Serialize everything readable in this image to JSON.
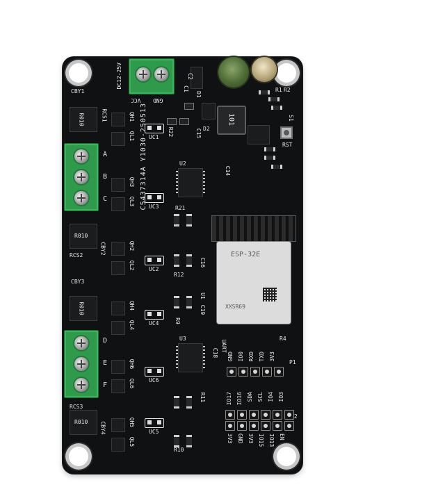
{
  "board": {
    "power_labels": [
      "DC12-25V",
      "VCC",
      "GND"
    ],
    "part_code": "C5437314A Y1030-250513",
    "module": {
      "name": "ESP-32E",
      "model": "XXSR69"
    },
    "channels": [
      "A",
      "B",
      "C",
      "D",
      "E",
      "F"
    ],
    "top_header": {
      "name": "P1",
      "pins": [
        "GND",
        "IO0",
        "RXD",
        "TXD",
        "3V3"
      ],
      "extra": "UART"
    },
    "bottom_header": {
      "name": "P2",
      "row1": [
        "IO17",
        "IO16",
        "SDA",
        "SCL",
        "IO4",
        "IO3"
      ],
      "row2": [
        "3V3",
        "GND",
        "3V3",
        "IO15",
        "IO13",
        "EN"
      ]
    },
    "refdes": {
      "cby": [
        "CBY1",
        "CBY2",
        "CBY3",
        "CBY4"
      ],
      "rcs": [
        "RCS1",
        "RCS2",
        "RCS3"
      ],
      "uc": [
        "UC1",
        "UC2",
        "UC3",
        "UC4",
        "UC5",
        "UC6"
      ],
      "qh": [
        "QH1",
        "QH2",
        "QH3",
        "QH4",
        "QH5",
        "QH6"
      ],
      "ql": [
        "QL1",
        "QL2",
        "QL3",
        "QL4",
        "QL5",
        "QL6"
      ],
      "misc": [
        "RST",
        "C1",
        "C2",
        "D1",
        "D2",
        "R9",
        "R10",
        "R11",
        "R12",
        "R21",
        "R22",
        "U1",
        "U2",
        "U3",
        "C14",
        "C15",
        "C16",
        "C18",
        "C19",
        "S1",
        "R1",
        "R2",
        "R4"
      ]
    },
    "marks": {
      "r010": "R010",
      "l101": "101"
    }
  }
}
